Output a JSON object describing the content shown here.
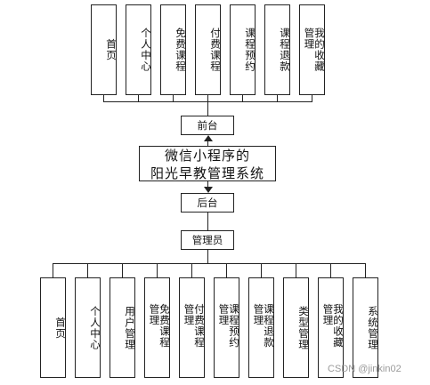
{
  "frontend_modules": [
    "首页",
    "个人中心",
    "免费课程",
    "付费课程",
    "课程预约",
    "课程退款",
    "我的收藏管理"
  ],
  "frontend_label": "前台",
  "system_title_line1": "微信小程序的",
  "system_title_line2": "阳光早教管理系统",
  "backend_label": "后台",
  "admin_label": "管理员",
  "admin_modules": [
    "首页",
    "个人中心",
    "用户管理",
    "免费课程管理",
    "付费课程管理",
    "课程预约管理",
    "课程退款管理",
    "类型管理",
    "我的收藏管理",
    "系统管理"
  ],
  "watermark": "CSDN @jinkin02",
  "colors": {
    "stroke": "#222222",
    "background": "#ffffff"
  }
}
